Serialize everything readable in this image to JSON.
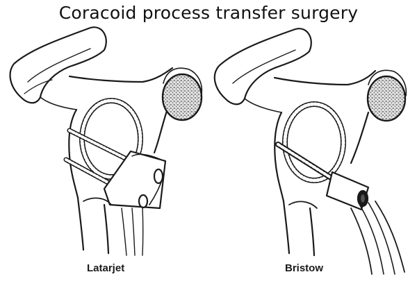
{
  "title": "Coracoid process transfer surgery",
  "panels": [
    {
      "label": "Latarjet"
    },
    {
      "label": "Bristow"
    }
  ],
  "colors": {
    "line": "#1a1a1a",
    "stipple": "#777777",
    "background": "#ffffff"
  }
}
